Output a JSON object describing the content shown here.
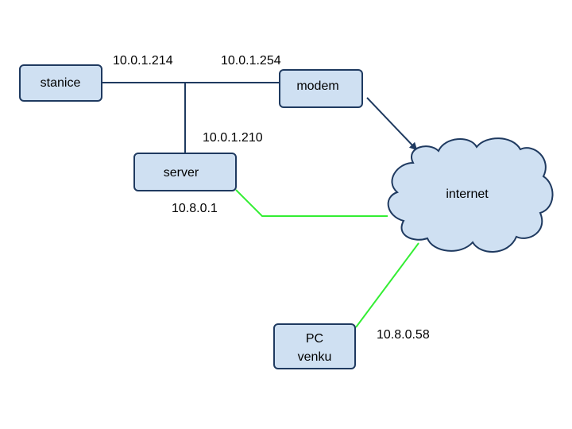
{
  "nodes": {
    "stanice": {
      "label": "stanice"
    },
    "modem": {
      "label": "modem"
    },
    "server": {
      "label": "server"
    },
    "internet": {
      "label": "internet"
    },
    "pc": {
      "label_line1": "PC",
      "label_line2": "venku"
    }
  },
  "addresses": {
    "stanice_lan": "10.0.1.214",
    "modem_lan": "10.0.1.254",
    "server_lan": "10.0.1.210",
    "server_vpn": "10.8.0.1",
    "pc_vpn": "10.8.0.58"
  },
  "colors": {
    "node_fill": "#cfe0f2",
    "node_stroke": "#1f3a60",
    "lan_link": "#1f3a60",
    "vpn_link": "#33ee33"
  }
}
